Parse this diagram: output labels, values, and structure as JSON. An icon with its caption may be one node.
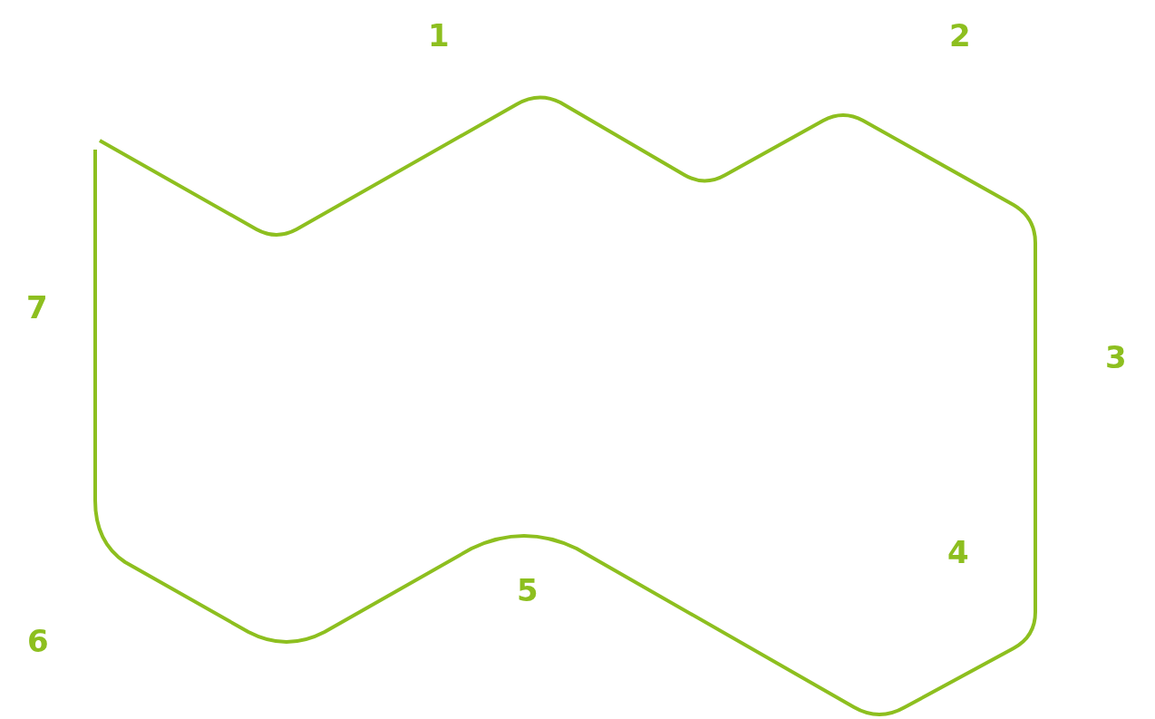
{
  "diagram": {
    "labels": [
      "1",
      "2",
      "7",
      "3",
      "4",
      "5",
      "6"
    ]
  }
}
